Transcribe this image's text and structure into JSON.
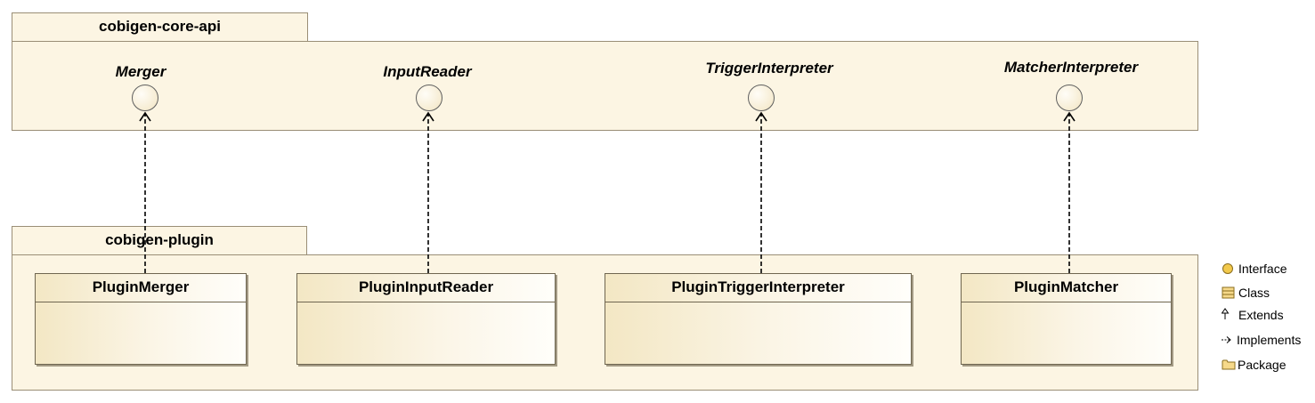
{
  "packages": {
    "api": {
      "name": "cobigen-core-api"
    },
    "plugin": {
      "name": "cobigen-plugin"
    }
  },
  "interfaces": [
    {
      "name": "Merger"
    },
    {
      "name": "InputReader"
    },
    {
      "name": "TriggerInterpreter"
    },
    {
      "name": "MatcherInterpreter"
    }
  ],
  "classes": [
    {
      "name": "PluginMerger",
      "implements": "Merger"
    },
    {
      "name": "PluginInputReader",
      "implements": "InputReader"
    },
    {
      "name": "PluginTriggerInterpreter",
      "implements": "TriggerInterpreter"
    },
    {
      "name": "PluginMatcher",
      "implements": "MatcherInterpreter"
    }
  ],
  "legend": [
    {
      "icon": "interface-icon",
      "label": "Interface"
    },
    {
      "icon": "class-icon",
      "label": "Class"
    },
    {
      "icon": "extends-icon",
      "label": "Extends"
    },
    {
      "icon": "implements-icon",
      "label": "Implements"
    },
    {
      "icon": "package-icon",
      "label": "Package"
    }
  ],
  "colors": {
    "package_fill": "#fcf5e3",
    "package_border": "#9a8e76",
    "class_gradient_start": "#f3e7c4",
    "class_gradient_end": "#fffefa",
    "interface_icon": "#f2c94c",
    "connector": "#000000"
  }
}
